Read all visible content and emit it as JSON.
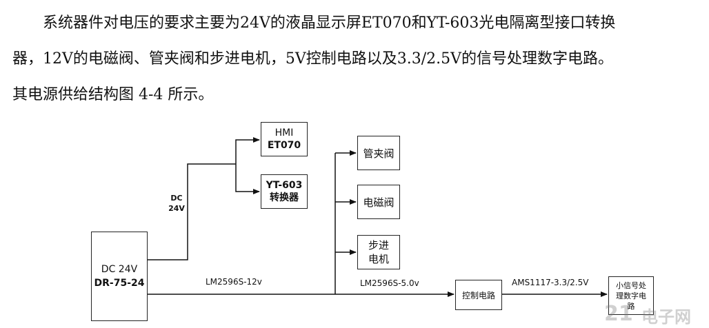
{
  "paragraph": {
    "line1": "系统器件对电压的要求主要为24V的液晶显示屏ET070和YT-603光电隔离型接口转换",
    "line2": "器，12V的电磁阀、管夹阀和步进电机，5V控制电路以及3.3/2.5V的信号处理数字电路。",
    "line3": "其电源供给结构图 4-4 所示。"
  },
  "diagram": {
    "power_supply": {
      "line1": "DC 24V",
      "line2": "DR-75-24"
    },
    "hmi": {
      "line1": "HMI",
      "line2": "ET070"
    },
    "converter": {
      "line1": "YT-603",
      "line2": "转换器"
    },
    "pinch_valve": "管夹阀",
    "solenoid_valve": "电磁阀",
    "stepper_motor": {
      "line1": "步进",
      "line2": "电机"
    },
    "control_circuit": "控制电路",
    "signal_circuit": {
      "line1": "小信号处",
      "line2": "理数字电",
      "line3": "路"
    },
    "dc24_label": {
      "line1": "DC",
      "line2": "24V"
    },
    "reg_12v": "LM2596S-12v",
    "reg_5v": "LM2596S-5.0v",
    "reg_3v3": "AMS1117-3.3/2.5V"
  },
  "watermark": {
    "text": "电子网",
    "number": "21"
  }
}
